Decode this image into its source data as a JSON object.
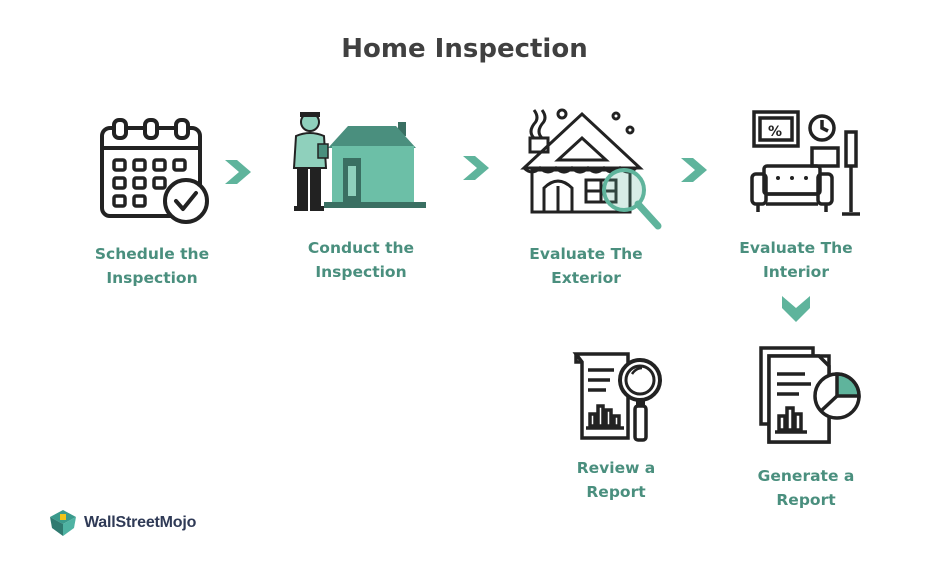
{
  "title": "Home Inspection",
  "colors": {
    "accent": "#5fb49c",
    "accent_dark": "#4a8f7e",
    "icon_stroke": "#222222",
    "title": "#404040"
  },
  "steps": [
    {
      "label_line1": "Schedule the",
      "label_line2": "Inspection",
      "icon": "calendar-check-icon"
    },
    {
      "label_line1": "Conduct the",
      "label_line2": "Inspection",
      "icon": "inspector-house-icon"
    },
    {
      "label_line1": "Evaluate The",
      "label_line2": "Exterior",
      "icon": "house-magnifier-icon"
    },
    {
      "label_line1": "Evaluate The",
      "label_line2": "Interior",
      "icon": "living-room-icon"
    },
    {
      "label_line1": "Generate a",
      "label_line2": "Report",
      "icon": "report-chart-icon"
    },
    {
      "label_line1": "Review a",
      "label_line2": "Report",
      "icon": "report-magnifier-icon"
    }
  ],
  "logo": {
    "text": "WallStreetMojo"
  }
}
